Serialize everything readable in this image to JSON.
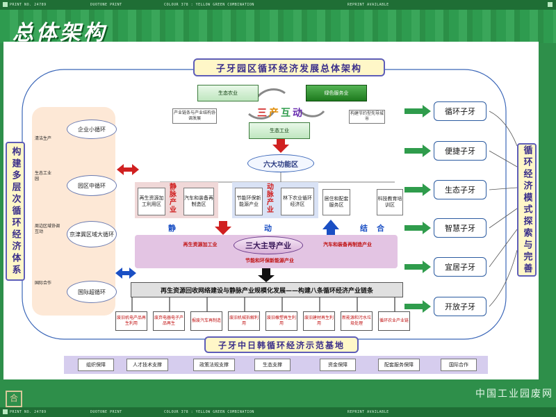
{
  "slide": {
    "title": "总体架构",
    "watermark": "中国工业园废网",
    "logo_glyph": "合",
    "printbar": {
      "left": "PRINT NO. 24789",
      "duo": "DUOTONE PRINT",
      "colour": "COLOUR 378 : YELLOW GREEN COMBINATION",
      "reprint": "REPRINT AVAILABLE"
    }
  },
  "diagram": {
    "main_title": "子牙园区循环经济发展总体架构",
    "top": {
      "eco_agri": "生态农业",
      "green_service": "绿色服务业",
      "eco_industry": "生态工业",
      "san_chan": [
        "三",
        "产",
        "互",
        "动"
      ],
      "note_left": "产业链条与产业结构协调发展",
      "note_right": "构建节约型先导城市"
    },
    "six_zones": "六大功能区",
    "jingmai": {
      "label": "静脉产业",
      "boxes": [
        "再生资源加工利用区",
        "汽车和装备再制造区"
      ]
    },
    "dongmai": {
      "label": "动脉产业",
      "boxes": [
        "节能环保新能源产业",
        "林下农业循环经济区"
      ]
    },
    "jiehe_boxes": [
      "居住和配套服务区",
      "科技教育培训区"
    ],
    "jing_dong_jie": [
      "静",
      "动",
      "结",
      "合"
    ],
    "three_main": {
      "center": "三大主导产业",
      "left": "再生资源加工业",
      "right": "汽车和装备再制造产业",
      "bottom": "节能和环保新能源产业"
    },
    "chain_title": "再生资源回收网络建设与静脉产业规模化发展——构建八条循环经济产业链条",
    "chains": [
      "废旧机电产品再生利用",
      "废弃电器电子产品再生",
      "报废汽车再制造",
      "废旧机械拆解利用",
      "废旧橡塑再生利用",
      "废旧建材再生利用",
      "新能源和污水垃圾处理",
      "循环农业产业链"
    ],
    "demo_base": "子牙中日韩循环经济示范基地",
    "supports": [
      "组织保障",
      "人才技术支撑",
      "政策法规支撑",
      "生态支撑",
      "资金保障",
      "配套服务保障",
      "国际合作"
    ],
    "left_title": "构建多层次循环经济体系",
    "left_levels": [
      {
        "name": "企业小循环",
        "side": "清洁生产"
      },
      {
        "name": "园区中循环",
        "side": "生态工业园"
      },
      {
        "name": "京津冀区域大循环",
        "side": "周边区域协调互动"
      },
      {
        "name": "国际超循环",
        "side": "国际合作"
      }
    ],
    "right_title": "循环经济模式探索与完善",
    "right_items": [
      "循环子牙",
      "便捷子牙",
      "生态子牙",
      "智慧子牙",
      "宜居子牙",
      "开放子牙"
    ],
    "colors": {
      "accent_red": "#d02020",
      "accent_blue": "#1a4fc4",
      "accent_green": "#2f9c4c",
      "purple_zone": "#e3c4e3"
    }
  }
}
